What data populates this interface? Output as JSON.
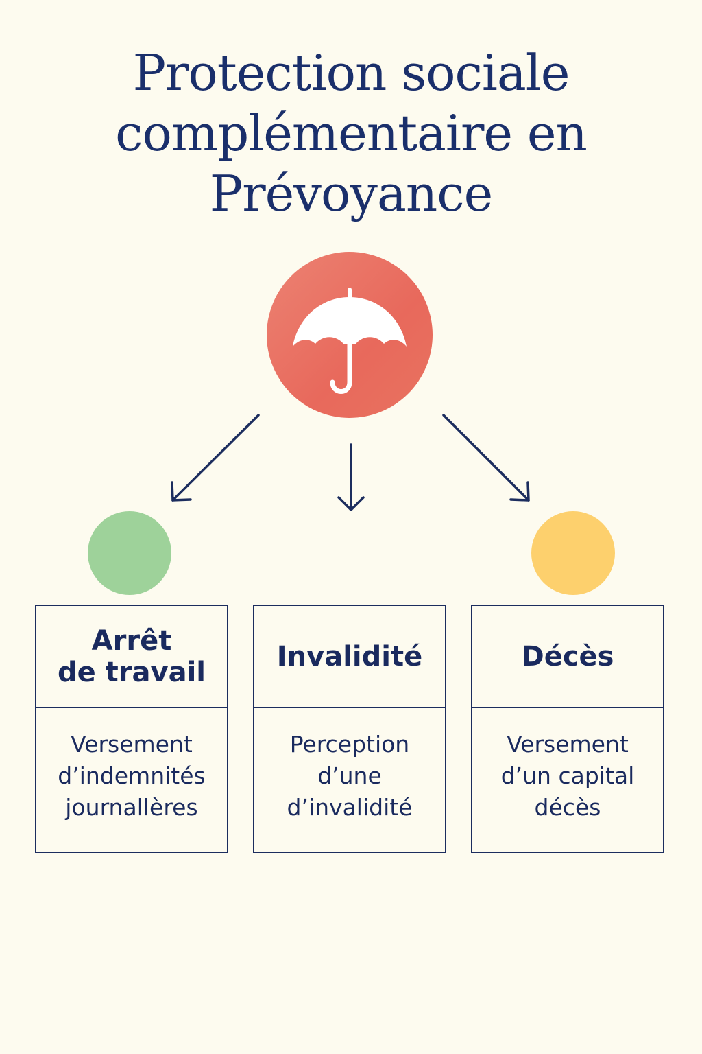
{
  "title": {
    "line1": "Protection sociale",
    "line2": "complémentaire en",
    "line3": "Prévoyance"
  },
  "hub": {
    "icon": "umbrella-icon",
    "color": "#e96f60"
  },
  "branches": [
    {
      "title": "Arrêt\nde travail",
      "description": "Versement\nd’indemnités\njournallères",
      "marker_color": "#9ed29a"
    },
    {
      "title": "Invalidité",
      "description": "Perception\nd’une\nd’invalidité",
      "marker_color": null
    },
    {
      "title": "Décès",
      "description": "Versement\nd’un capital\ndécès",
      "marker_color": "#fdd06d"
    }
  ],
  "colors": {
    "background": "#fdfbef",
    "ink": "#1a2a5e"
  }
}
